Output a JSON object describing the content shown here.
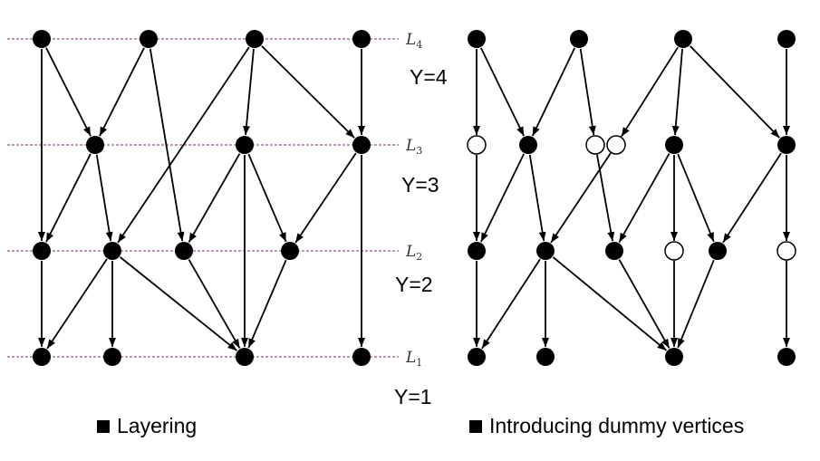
{
  "layer_labels": [
    {
      "letter": "L",
      "sub": "4"
    },
    {
      "letter": "L",
      "sub": "3"
    },
    {
      "letter": "L",
      "sub": "2"
    },
    {
      "letter": "L",
      "sub": "1"
    }
  ],
  "y_values": [
    "Y=4",
    "Y=3",
    "Y=2",
    "Y=1"
  ],
  "captions": {
    "left": "Layering",
    "right": "Introducing dummy vertices"
  },
  "colors": {
    "node": "#000000",
    "edge": "#000000",
    "guide": "#7a2a7a",
    "dummy_fill": "#ffffff"
  },
  "left_graph": {
    "nodes": [
      {
        "id": "a1",
        "layer": 4
      },
      {
        "id": "a2",
        "layer": 4
      },
      {
        "id": "a3",
        "layer": 4
      },
      {
        "id": "a4",
        "layer": 4
      },
      {
        "id": "b1",
        "layer": 3
      },
      {
        "id": "b2",
        "layer": 3
      },
      {
        "id": "b3",
        "layer": 3
      },
      {
        "id": "c1",
        "layer": 2
      },
      {
        "id": "c2",
        "layer": 2
      },
      {
        "id": "c3",
        "layer": 2
      },
      {
        "id": "c4",
        "layer": 2
      },
      {
        "id": "d1",
        "layer": 1
      },
      {
        "id": "d2",
        "layer": 1
      },
      {
        "id": "d3",
        "layer": 1
      },
      {
        "id": "d4",
        "layer": 1
      }
    ],
    "edges": [
      [
        "a1",
        "c1"
      ],
      [
        "a1",
        "b1"
      ],
      [
        "a2",
        "b1"
      ],
      [
        "a2",
        "c3"
      ],
      [
        "a3",
        "c2"
      ],
      [
        "a3",
        "b2"
      ],
      [
        "a3",
        "b3"
      ],
      [
        "a4",
        "b3"
      ],
      [
        "b1",
        "c1"
      ],
      [
        "b1",
        "c2"
      ],
      [
        "b2",
        "c3"
      ],
      [
        "b2",
        "c4"
      ],
      [
        "b2",
        "d3"
      ],
      [
        "b3",
        "c4"
      ],
      [
        "b3",
        "d4"
      ],
      [
        "c1",
        "d1"
      ],
      [
        "c2",
        "d1"
      ],
      [
        "c2",
        "d2"
      ],
      [
        "c2",
        "d3"
      ],
      [
        "c3",
        "d3"
      ],
      [
        "c4",
        "d3"
      ]
    ]
  },
  "right_graph": {
    "nodes": [
      {
        "id": "a1",
        "layer": 4,
        "dummy": false
      },
      {
        "id": "a2",
        "layer": 4,
        "dummy": false
      },
      {
        "id": "a3",
        "layer": 4,
        "dummy": false
      },
      {
        "id": "a4",
        "layer": 4,
        "dummy": false
      },
      {
        "id": "e1",
        "layer": 3,
        "dummy": true
      },
      {
        "id": "b1",
        "layer": 3,
        "dummy": false
      },
      {
        "id": "e2",
        "layer": 3,
        "dummy": true
      },
      {
        "id": "e3",
        "layer": 3,
        "dummy": true
      },
      {
        "id": "b2",
        "layer": 3,
        "dummy": false
      },
      {
        "id": "b3",
        "layer": 3,
        "dummy": false
      },
      {
        "id": "c1",
        "layer": 2,
        "dummy": false
      },
      {
        "id": "c2",
        "layer": 2,
        "dummy": false
      },
      {
        "id": "c3",
        "layer": 2,
        "dummy": false
      },
      {
        "id": "f1",
        "layer": 2,
        "dummy": true
      },
      {
        "id": "c4",
        "layer": 2,
        "dummy": false
      },
      {
        "id": "f2",
        "layer": 2,
        "dummy": true
      },
      {
        "id": "d1",
        "layer": 1,
        "dummy": false
      },
      {
        "id": "d2",
        "layer": 1,
        "dummy": false
      },
      {
        "id": "d3",
        "layer": 1,
        "dummy": false
      },
      {
        "id": "d4",
        "layer": 1,
        "dummy": false
      }
    ],
    "edges": [
      [
        "a1",
        "e1"
      ],
      [
        "a1",
        "b1"
      ],
      [
        "a2",
        "b1"
      ],
      [
        "a2",
        "e2"
      ],
      [
        "a3",
        "e3"
      ],
      [
        "a3",
        "b2"
      ],
      [
        "a3",
        "b3"
      ],
      [
        "a4",
        "b3"
      ],
      [
        "e1",
        "c1"
      ],
      [
        "b1",
        "c1"
      ],
      [
        "b1",
        "c2"
      ],
      [
        "e2",
        "c3"
      ],
      [
        "e3",
        "c2"
      ],
      [
        "b2",
        "c3"
      ],
      [
        "b2",
        "f1"
      ],
      [
        "b2",
        "c4"
      ],
      [
        "b3",
        "c4"
      ],
      [
        "b3",
        "f2"
      ],
      [
        "c1",
        "d1"
      ],
      [
        "c2",
        "d1"
      ],
      [
        "c2",
        "d2"
      ],
      [
        "c2",
        "d3"
      ],
      [
        "c3",
        "d3"
      ],
      [
        "f1",
        "d3"
      ],
      [
        "c4",
        "d3"
      ],
      [
        "f2",
        "d4"
      ]
    ]
  }
}
